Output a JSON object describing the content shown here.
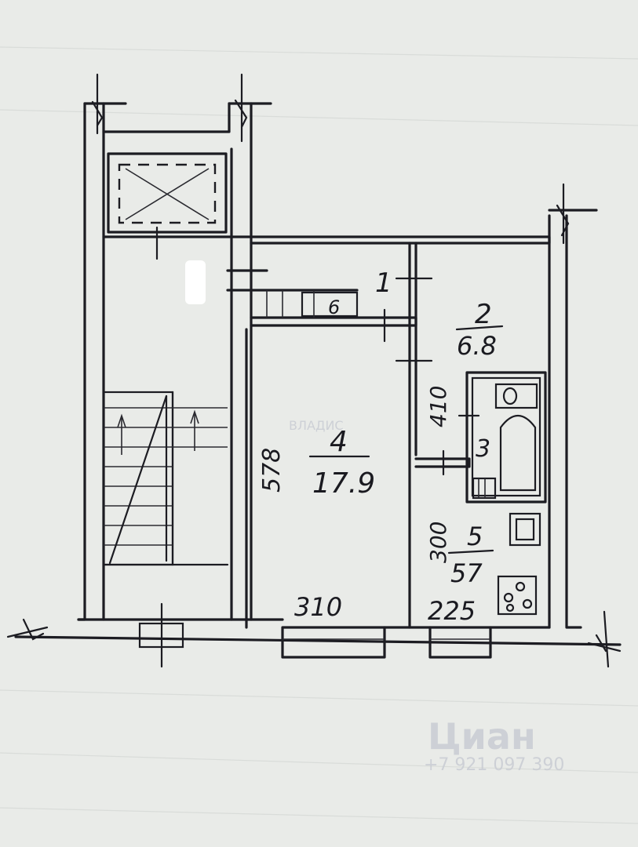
{
  "rooms": [
    {
      "number": "1",
      "area": ""
    },
    {
      "number": "2",
      "area": "6.8"
    },
    {
      "number": "3",
      "area": ""
    },
    {
      "number": "4",
      "area": "17.9"
    },
    {
      "number": "5",
      "area": "57"
    },
    {
      "number": "6",
      "area": ""
    }
  ],
  "dimensions": {
    "room4_height": "578",
    "room4_width": "310",
    "room2_height": "410",
    "room5_height": "300",
    "room5_width": "225"
  },
  "watermarks": {
    "agency": "ВЛАДИС",
    "site": "Циан",
    "phone": "+7 921 097 390"
  },
  "colors": {
    "paper": "#e9ebe8",
    "ink": "#1c1c22"
  }
}
